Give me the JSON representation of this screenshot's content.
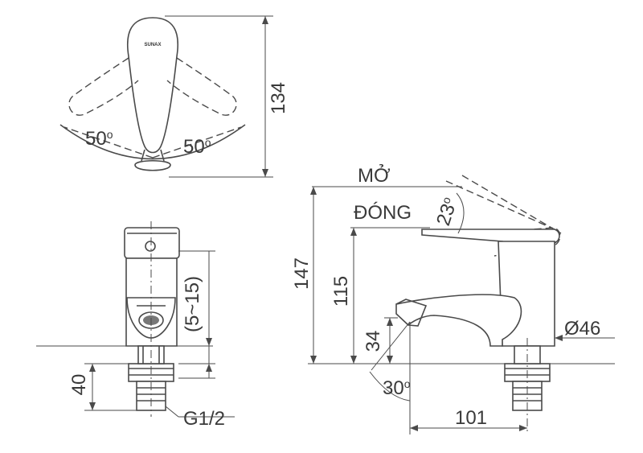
{
  "dimensions": {
    "top_height": "134",
    "angle_left": "50",
    "angle_right": "50",
    "angle_unit": "o",
    "side_stroke": "(5~15)",
    "base_height": "40",
    "thread": "G1/2",
    "open_label": "MỞ",
    "closed_label": "ĐÓNG",
    "handle_angle": "23",
    "total_height": "147",
    "handle_height": "115",
    "spout_height": "34",
    "spout_angle": "30",
    "body_diameter": "Ø46",
    "reach": "101"
  },
  "logo_text": "SUNAX",
  "colors": {
    "line": "#4a4a4a",
    "text": "#3a3a3a",
    "background": "#ffffff"
  }
}
